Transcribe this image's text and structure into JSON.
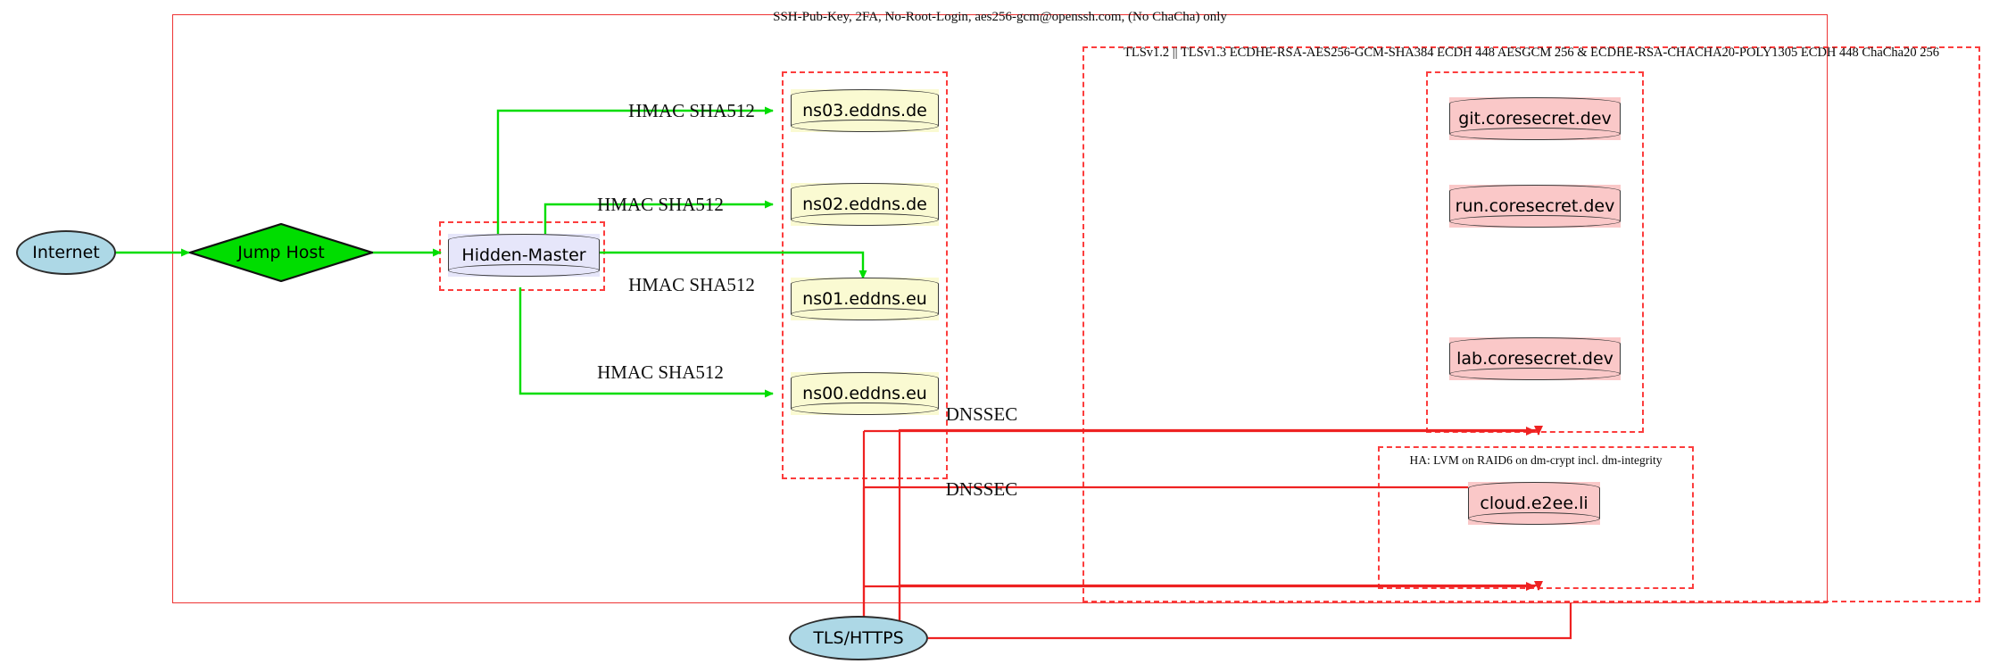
{
  "diagram": {
    "title_top": "SSH-Pub-Key, 2FA, No-Root-Login, aes256-gcm@openssh.com, (No ChaCha) only",
    "clusters": [
      {
        "name": "outer-ssh-cluster",
        "label": "SSH-Pub-Key, 2FA, No-Root-Login, aes256-gcm@openssh.com, (No ChaCha) only",
        "style": "solid",
        "color": "#ee3333"
      },
      {
        "name": "tls-cluster",
        "label": "TLSv1.2 || TLSv1.3 ECDHE-RSA-AES256-GCM-SHA384 ECDH 448 AESGCM 256 & ECDHE-RSA-CHACHA20-POLY1305 ECDH 448 ChaCha20 256",
        "style": "dashed",
        "color": "#fc3d3d"
      },
      {
        "name": "ha-cluster",
        "label": "HA: LVM on RAID6 on dm-crypt incl. dm-integrity",
        "style": "dashed",
        "color": "#fc3d3d"
      },
      {
        "name": "hidden-master-cluster",
        "label": "",
        "style": "dashed",
        "color": "#fc3d3d"
      },
      {
        "name": "dns-cluster",
        "label": "",
        "style": "dashed",
        "color": "#fc3d3d"
      },
      {
        "name": "coresecret-cluster",
        "label": "",
        "style": "dashed",
        "color": "#fc3d3d"
      }
    ],
    "nodes": [
      {
        "id": "internet",
        "label": "Internet",
        "shape": "ellipse",
        "fill": "#add8e6"
      },
      {
        "id": "jumphost",
        "label": "Jump Host",
        "shape": "diamond",
        "fill": "#00dd00"
      },
      {
        "id": "hiddenmaster",
        "label": "Hidden-Master",
        "shape": "cylinder",
        "fill": "#e6e6fa"
      },
      {
        "id": "ns03",
        "label": "ns03.eddns.de",
        "shape": "cylinder",
        "fill": "#fafad2"
      },
      {
        "id": "ns02",
        "label": "ns02.eddns.de",
        "shape": "cylinder",
        "fill": "#fafad2"
      },
      {
        "id": "ns01",
        "label": "ns01.eddns.eu",
        "shape": "cylinder",
        "fill": "#fafad2"
      },
      {
        "id": "ns00",
        "label": "ns00.eddns.eu",
        "shape": "cylinder",
        "fill": "#fafad2"
      },
      {
        "id": "git",
        "label": "git.coresecret.dev",
        "shape": "cylinder",
        "fill": "#fac8c8"
      },
      {
        "id": "run",
        "label": "run.coresecret.dev",
        "shape": "cylinder",
        "fill": "#fac8c8"
      },
      {
        "id": "lab",
        "label": "lab.coresecret.dev",
        "shape": "cylinder",
        "fill": "#fac8c8"
      },
      {
        "id": "cloud",
        "label": "cloud.e2ee.li",
        "shape": "cylinder",
        "fill": "#fac8c8"
      },
      {
        "id": "tlshttps",
        "label": "TLS/HTTPS",
        "shape": "ellipse",
        "fill": "#add8e6"
      }
    ],
    "edges": [
      {
        "from": "internet",
        "to": "jumphost",
        "label": "",
        "color": "#00dd00"
      },
      {
        "from": "jumphost",
        "to": "hiddenmaster",
        "label": "",
        "color": "#00dd00"
      },
      {
        "from": "hiddenmaster",
        "to": "ns03",
        "label": "HMAC SHA512",
        "color": "#00dd00"
      },
      {
        "from": "hiddenmaster",
        "to": "ns02",
        "label": "HMAC SHA512",
        "color": "#00dd00"
      },
      {
        "from": "hiddenmaster",
        "to": "ns01",
        "label": "HMAC SHA512",
        "color": "#00dd00"
      },
      {
        "from": "hiddenmaster",
        "to": "ns00",
        "label": "HMAC SHA512",
        "color": "#00dd00"
      },
      {
        "from": "tlshttps",
        "to": "coresecret-cluster",
        "label": "DNSSEC",
        "color": "#ee2222"
      },
      {
        "from": "tlshttps",
        "to": "ha-cluster",
        "label": "DNSSEC",
        "color": "#ee2222"
      }
    ],
    "edge_labels": {
      "hmac": "HMAC SHA512",
      "dnssec": "DNSSEC"
    }
  }
}
